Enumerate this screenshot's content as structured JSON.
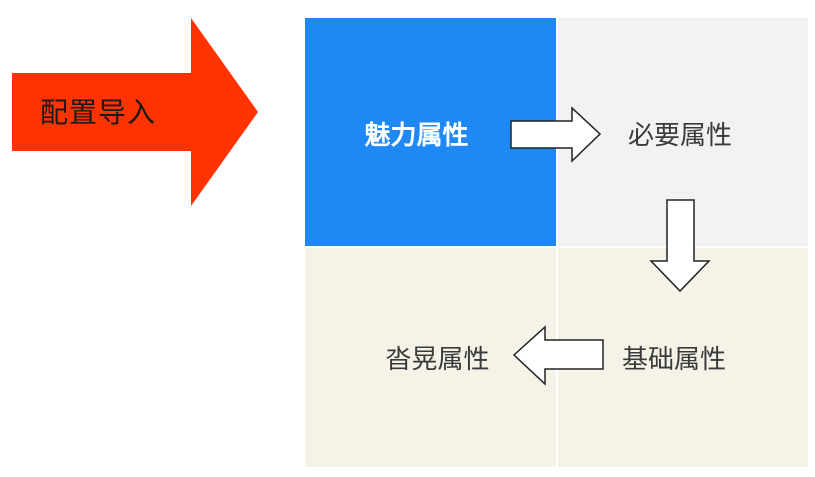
{
  "colors": {
    "import_arrow": "#ff3300",
    "top_left_cell": "#1e88f5",
    "top_right_cell": "#f2f2f2",
    "bottom_cells": "#f5f3e8",
    "flow_arrow_fill": "#ffffff",
    "flow_arrow_stroke": "#222222"
  },
  "import_arrow": {
    "label": "配置导入",
    "icon": "right-arrow"
  },
  "quadrants": {
    "top_left": {
      "label": "魅力属性"
    },
    "top_right": {
      "label": "必要属性"
    },
    "bottom_right": {
      "label": "基础属性"
    },
    "bottom_left": {
      "label": "沓晃属性"
    }
  },
  "flow_arrows": [
    {
      "from": "top_left",
      "to": "top_right",
      "direction": "right"
    },
    {
      "from": "top_right",
      "to": "bottom_right",
      "direction": "down"
    },
    {
      "from": "bottom_right",
      "to": "bottom_left",
      "direction": "left"
    }
  ]
}
